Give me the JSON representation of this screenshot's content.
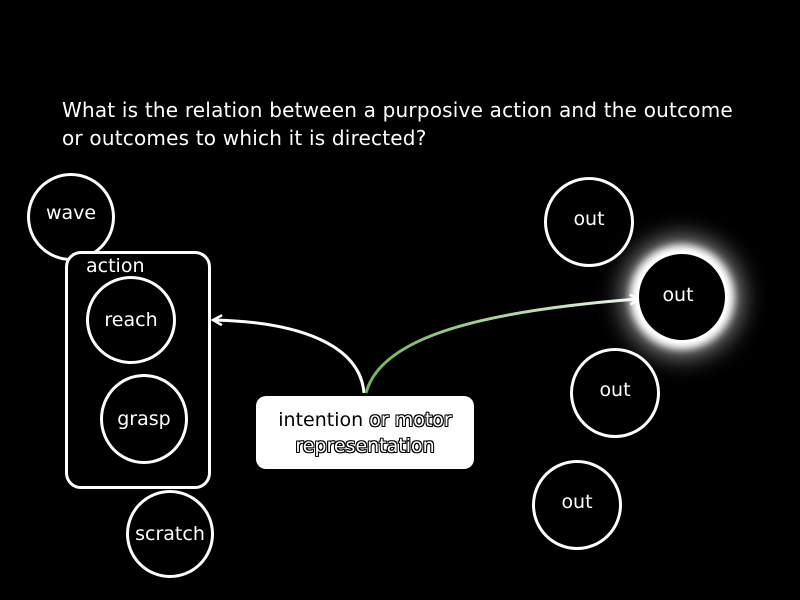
{
  "question": "What is the relation between a purposive action and the outcome or outcomes to which it is directed?",
  "nodes": {
    "wave": "wave",
    "action": "action",
    "reach": "reach",
    "grasp": "grasp",
    "scratch": "scratch",
    "outcomes": [
      "out",
      "out",
      "out",
      "out"
    ]
  },
  "intention": {
    "part1": "intention",
    "part2": "or motor",
    "part3": "representation"
  },
  "colors": {
    "background": "#000000",
    "foreground": "#ffffff",
    "arrow_to_outcome": "#9ccf8a"
  },
  "highlighted_outcome_index": 1
}
